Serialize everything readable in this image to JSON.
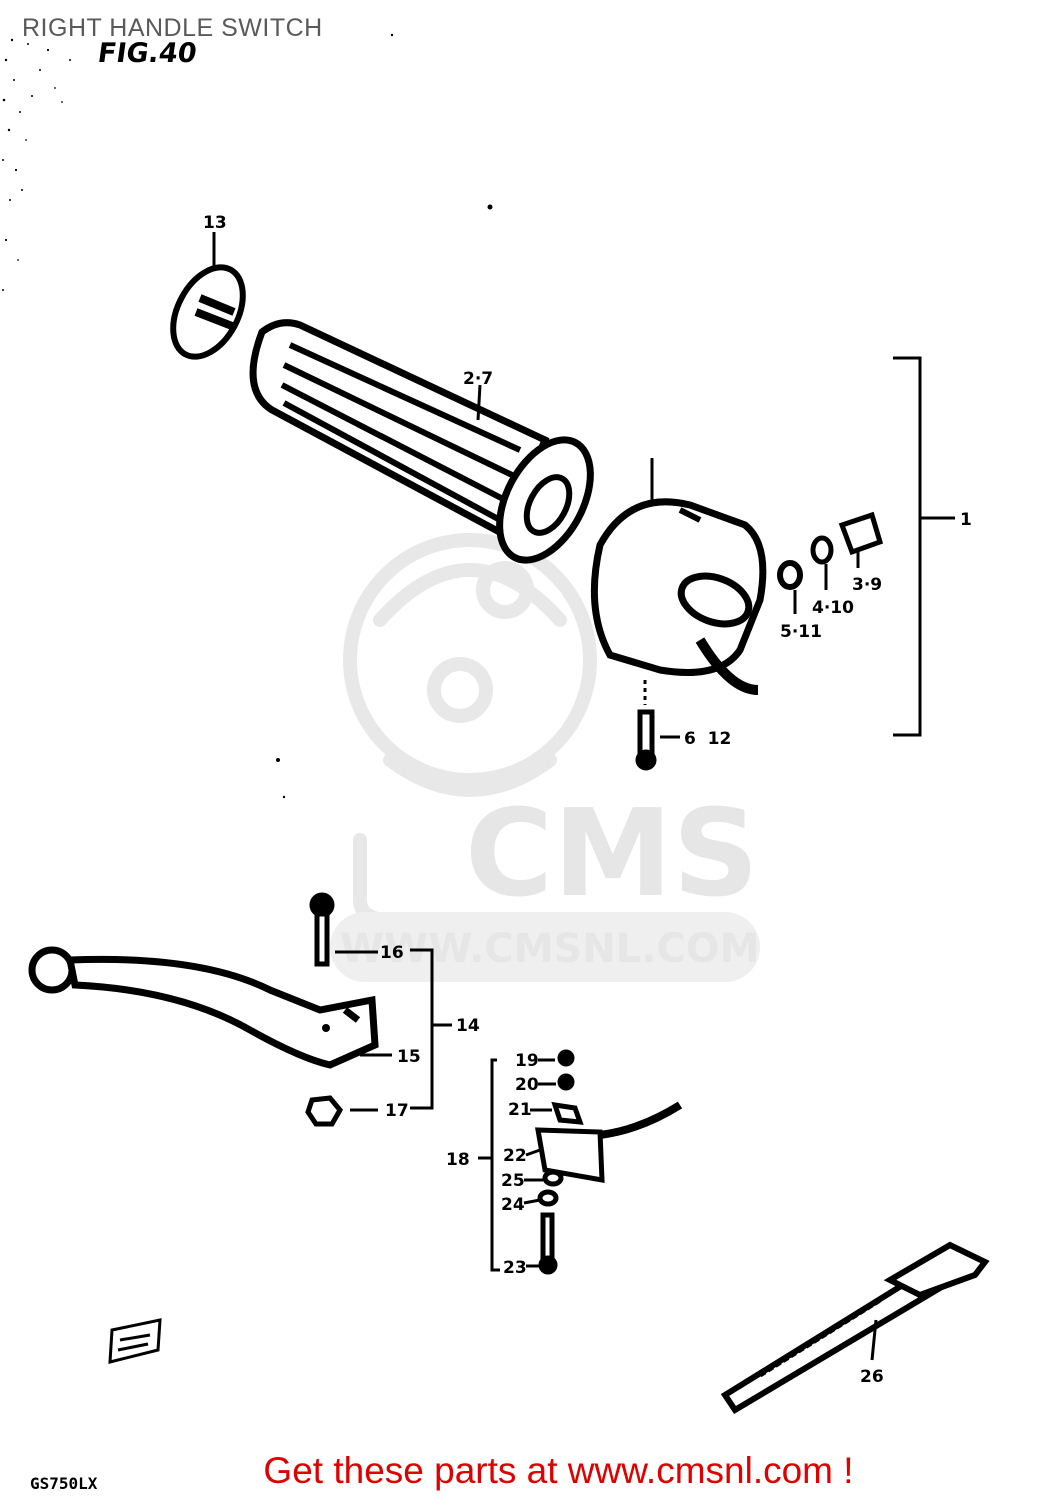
{
  "header": {
    "title": "RIGHT HANDLE SWITCH",
    "fig_label": "FIG.40"
  },
  "model_code": "GS750LX",
  "watermark": {
    "brand": "CMS",
    "url": "WWW.CMSNL.COM"
  },
  "callouts": {
    "c1": "1",
    "c2_7": "2·7",
    "c3_9": "3·9",
    "c4_10": "4·10",
    "c5_11": "5·11",
    "c6_12": "6  12",
    "c13": "13",
    "c14": "14",
    "c15": "15",
    "c16": "16",
    "c17": "17",
    "c18": "18",
    "c19": "19",
    "c20": "20",
    "c21": "21",
    "c22": "22",
    "c23": "23",
    "c24": "24",
    "c25": "25",
    "c26": "26"
  },
  "footer": {
    "text": "Get these parts at www.cmsnl.com !"
  },
  "colors": {
    "ink": "#000000",
    "footer_red": "#e00000",
    "watermark_gray": "#e6e6e6",
    "header_gray": "#5a5a5a"
  }
}
